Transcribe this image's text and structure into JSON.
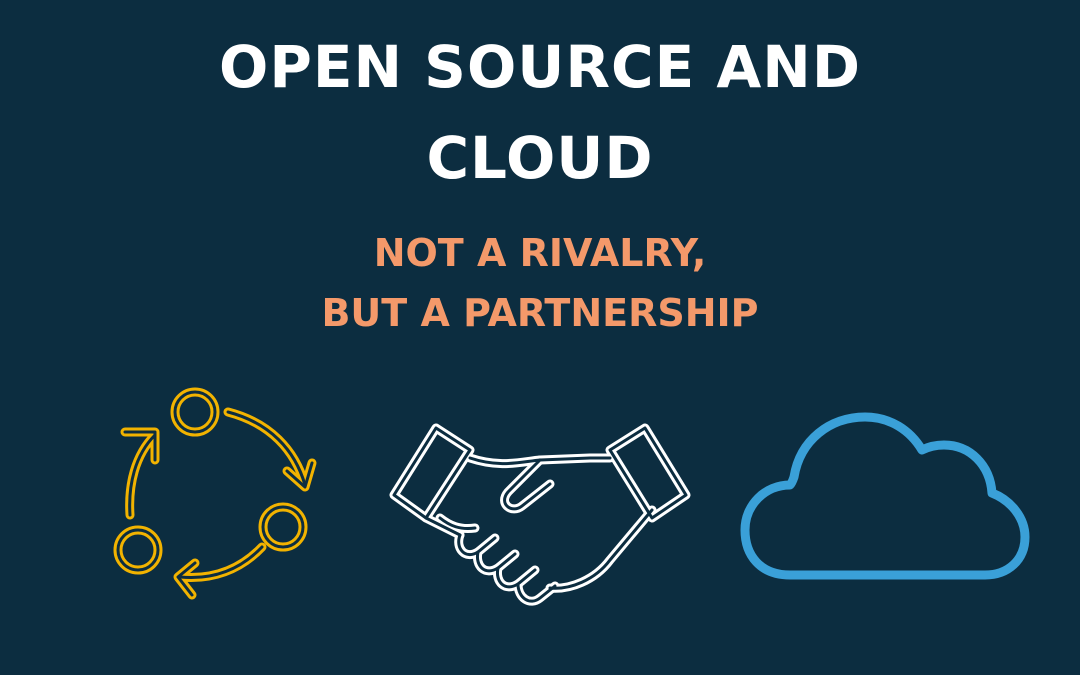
{
  "header": {
    "title_line1": "OPEN SOURCE AND",
    "title_line2": "CLOUD",
    "subtitle_line1": "NOT A RIVALRY,",
    "subtitle_line2": "BUT A PARTNERSHIP"
  },
  "icons": [
    {
      "name": "cycle-icon",
      "color": "#f2b300"
    },
    {
      "name": "handshake-icon",
      "color": "#ffffff"
    },
    {
      "name": "cloud-icon",
      "color": "#3aa0d8"
    }
  ],
  "colors": {
    "background": "#0c2d40",
    "title": "#ffffff",
    "subtitle": "#f4996a"
  }
}
